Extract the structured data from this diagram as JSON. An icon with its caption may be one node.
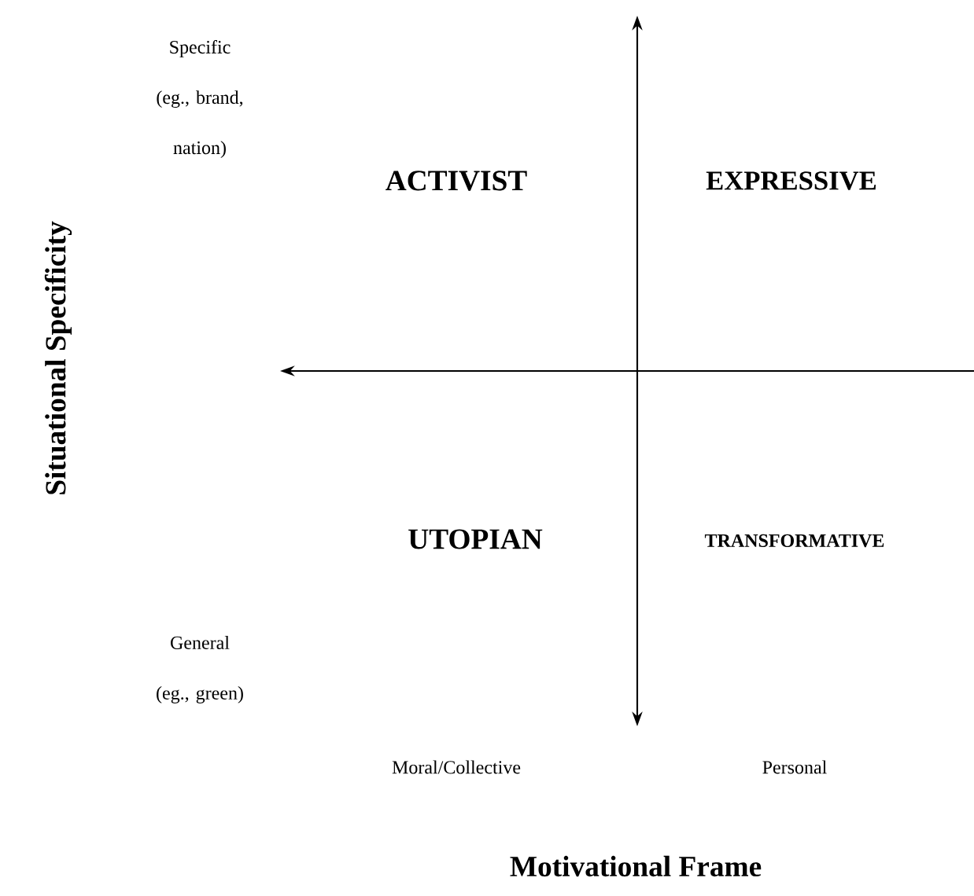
{
  "diagram": {
    "labels": [
      "Specific (eg., brand, nation)",
      "ACTIVIST",
      "EXPRESSIVE",
      "Situational Specificity",
      "UTOPIAN",
      "TRANSFORMATIVE",
      "General (eg., green)",
      "Moral/Collective",
      "Personal",
      "Motivational Frame"
    ]
  }
}
